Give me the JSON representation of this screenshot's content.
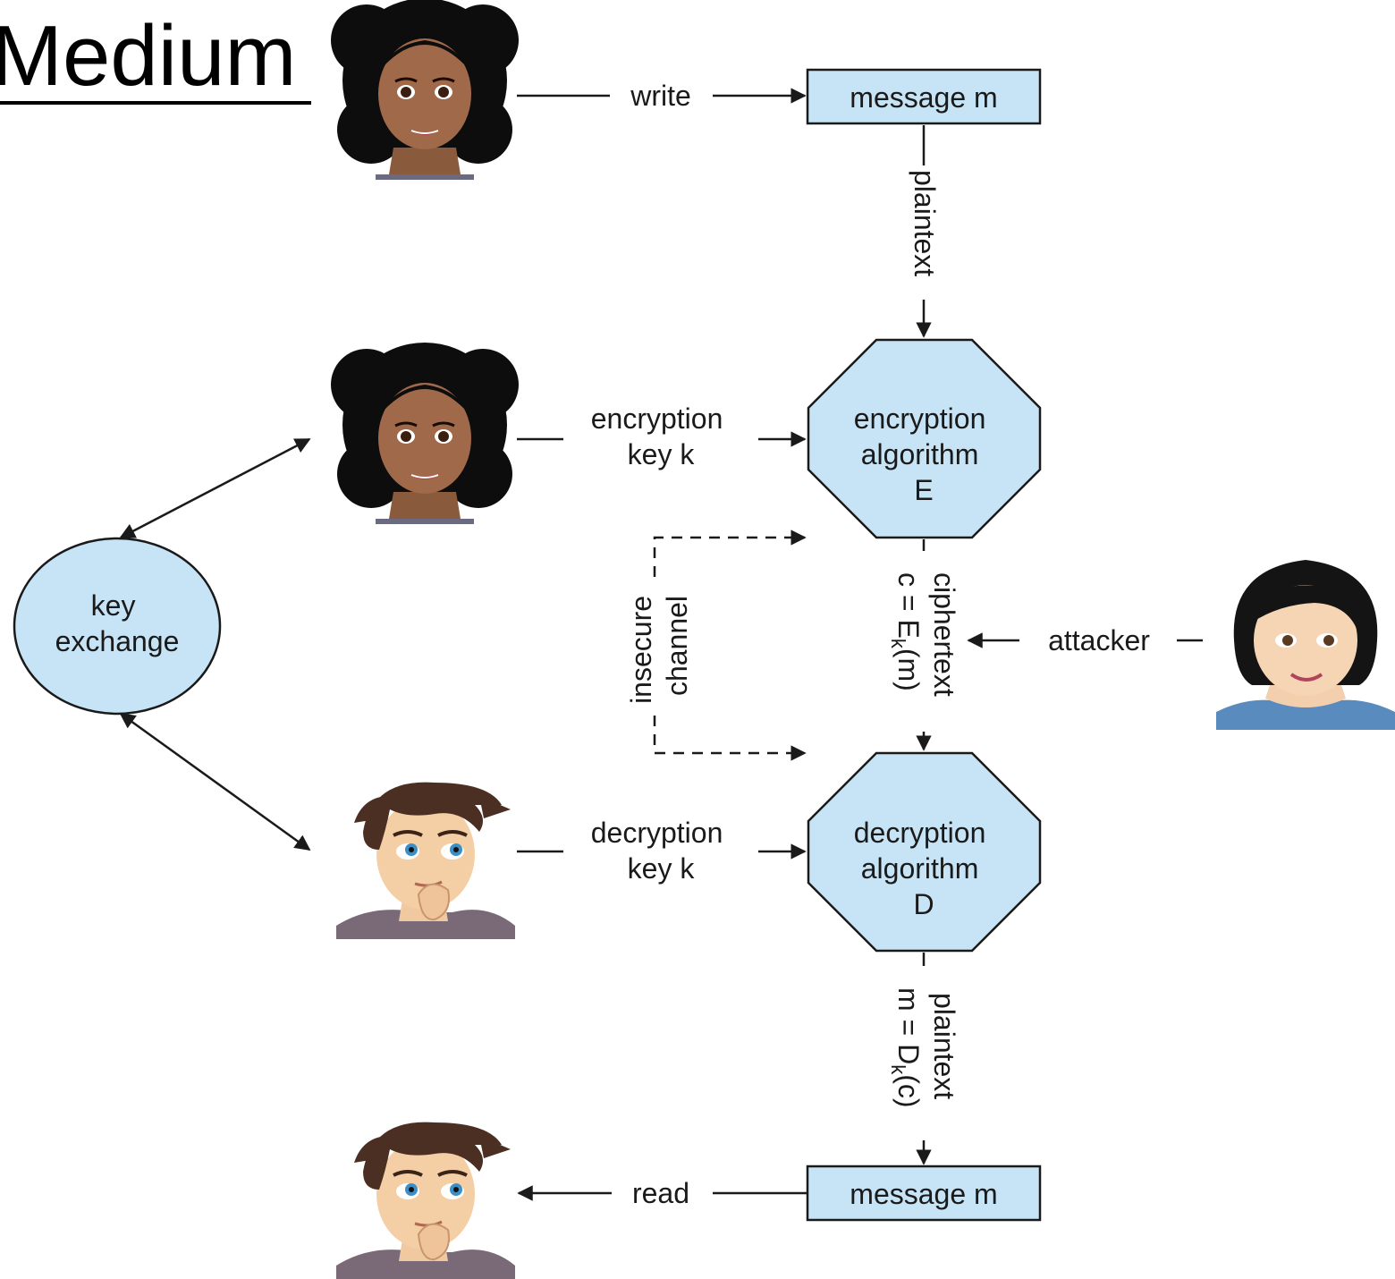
{
  "heading": "Medium",
  "colors": {
    "node_fill": "#c6e4f5",
    "stroke": "#1a1a1a"
  },
  "nodes": {
    "message_top": "message m",
    "encryption": [
      "encryption",
      "algorithm",
      "E"
    ],
    "decryption": [
      "decryption",
      "algorithm",
      "D"
    ],
    "message_bottom": "message m",
    "key_exchange": [
      "key",
      "exchange"
    ]
  },
  "edges": {
    "write": "write",
    "plaintext_top": "plaintext",
    "encryption_key": [
      "encryption",
      "key k"
    ],
    "decryption_key": [
      "decryption",
      "key k"
    ],
    "insecure_channel": [
      "insecure",
      "channel"
    ],
    "ciphertext": "ciphertext",
    "ciphertext_formula": {
      "lhs": "c = E",
      "sub": "k",
      "rhs": "(m)"
    },
    "attacker": "attacker",
    "plaintext_bottom": "plaintext",
    "plaintext_formula": {
      "lhs": "m = D",
      "sub": "k",
      "rhs": "(c)"
    },
    "read": "read"
  },
  "people": [
    {
      "role": "sender",
      "icon": "woman-afro-icon"
    },
    {
      "role": "sender-key-holder",
      "icon": "woman-afro-icon"
    },
    {
      "role": "receiver-key-holder",
      "icon": "man-thinking-icon"
    },
    {
      "role": "receiver",
      "icon": "man-thinking-icon"
    },
    {
      "role": "attacker",
      "icon": "woman-bob-hair-icon"
    }
  ]
}
